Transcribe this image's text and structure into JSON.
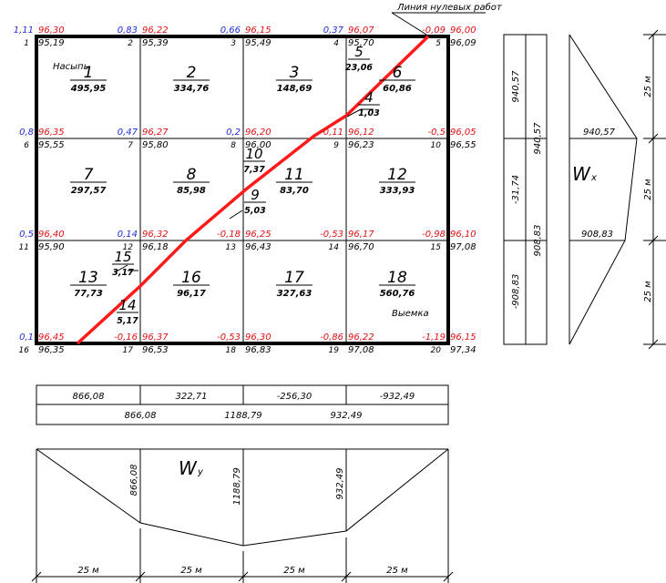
{
  "zero_line_label": "Линия нулевых работ",
  "colors": {
    "fill_sign": "#e01010",
    "cut_sign": "#1f2fd6",
    "zero_line": "#ff1a1a",
    "frame": "#000000"
  },
  "nodes": [
    {
      "n": "1",
      "work": "1,11",
      "design": "96,30",
      "natural": "95,19"
    },
    {
      "n": "2",
      "work": "0,83",
      "design": "96,22",
      "natural": "95,39"
    },
    {
      "n": "3",
      "work": "0,66",
      "design": "96,15",
      "natural": "95,49"
    },
    {
      "n": "4",
      "work": "0,37",
      "design": "96,07",
      "natural": "95,70"
    },
    {
      "n": "5",
      "work": "-0,09",
      "design": "96,00",
      "natural": "96,09"
    },
    {
      "n": "6",
      "work": "0,8",
      "design": "96,35",
      "natural": "95,55"
    },
    {
      "n": "7",
      "work": "0,47",
      "design": "96,27",
      "natural": "95,80"
    },
    {
      "n": "8",
      "work": "0,2",
      "design": "96,20",
      "natural": "96,00"
    },
    {
      "n": "9",
      "work": "-0,11",
      "design": "96,12",
      "natural": "96,23"
    },
    {
      "n": "10",
      "work": "-0,5",
      "design": "96,05",
      "natural": "96,55"
    },
    {
      "n": "11",
      "work": "0,5",
      "design": "96,40",
      "natural": "95,90"
    },
    {
      "n": "12",
      "work": "0,14",
      "design": "96,32",
      "natural": "96,18"
    },
    {
      "n": "13",
      "work": "-0,18",
      "design": "96,25",
      "natural": "96,43"
    },
    {
      "n": "14",
      "work": "-0,53",
      "design": "96,17",
      "natural": "96,70"
    },
    {
      "n": "15",
      "work": "-0,98",
      "design": "96,10",
      "natural": "97,08"
    },
    {
      "n": "16",
      "work": "0,1",
      "design": "96,45",
      "natural": "96,35"
    },
    {
      "n": "17",
      "work": "-0,16",
      "design": "96,37",
      "natural": "96,53"
    },
    {
      "n": "18",
      "work": "-0,53",
      "design": "96,30",
      "natural": "96,83"
    },
    {
      "n": "19",
      "work": "-0,86",
      "design": "96,22",
      "natural": "97,08"
    },
    {
      "n": "20",
      "work": "-1,19",
      "design": "96,15",
      "natural": "97,34"
    }
  ],
  "cells": [
    {
      "n": "1",
      "v": "495,95"
    },
    {
      "n": "2",
      "v": "334,76"
    },
    {
      "n": "3",
      "v": "148,69"
    },
    {
      "n": "4",
      "v": "1,03"
    },
    {
      "n": "5",
      "v": "23,06"
    },
    {
      "n": "6",
      "v": "60,86"
    },
    {
      "n": "7",
      "v": "297,57"
    },
    {
      "n": "8",
      "v": "85,98"
    },
    {
      "n": "9",
      "v": "5,03"
    },
    {
      "n": "10",
      "v": "7,37"
    },
    {
      "n": "11",
      "v": "83,70"
    },
    {
      "n": "12",
      "v": "333,93"
    },
    {
      "n": "13",
      "v": "77,73"
    },
    {
      "n": "14",
      "v": "5,17"
    },
    {
      "n": "15",
      "v": "3,17"
    },
    {
      "n": "16",
      "v": "96,17"
    },
    {
      "n": "17",
      "v": "327,63"
    },
    {
      "n": "18",
      "v": "560,76"
    }
  ],
  "fill_label": "Насыпь",
  "cut_label": "Выемка",
  "right_table": {
    "outer": [
      "940,57",
      "-31,74",
      "-908,83"
    ],
    "inner": [
      "940,57",
      "908,83"
    ]
  },
  "wx": {
    "title_main": "W",
    "title_sub": "x",
    "values": [
      "940,57",
      "908,83"
    ],
    "spacing": [
      "25 м",
      "25 м",
      "25 м"
    ]
  },
  "bottom_table": {
    "row1": [
      "866,08",
      "322,71",
      "-256,30",
      "-932,49"
    ],
    "row2": [
      "866,08",
      "1188,79",
      "932,49"
    ]
  },
  "wy": {
    "title_main": "W",
    "title_sub": "y",
    "values": [
      "866,08",
      "1188,79",
      "932,49"
    ],
    "spacing": [
      "25 м",
      "25 м",
      "25 м",
      "25 м"
    ]
  }
}
